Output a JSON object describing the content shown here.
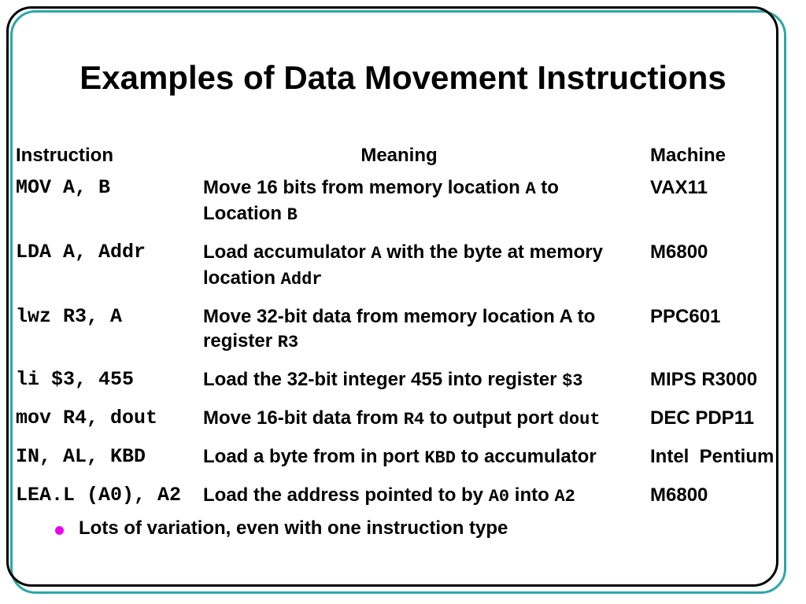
{
  "slide": {
    "title": "Examples of Data Movement Instructions",
    "bullet": "Lots of variation, even with one instruction type",
    "colors": {
      "border_teal": "#2aa8a8",
      "border_black": "#000000",
      "bullet_magenta": "#ee00ee"
    }
  },
  "table": {
    "headers": {
      "instruction": "Instruction",
      "meaning": "Meaning",
      "machine": "Machine"
    },
    "rows": [
      {
        "instruction": "MOV A, B",
        "meaning": [
          {
            "t": "Move 16 bits from memory location "
          },
          {
            "c": "A"
          },
          {
            "t": " to"
          },
          {
            "br": true
          },
          {
            "t": "Location "
          },
          {
            "c": "B"
          }
        ],
        "machine": "VAX11"
      },
      {
        "instruction": "LDA A, Addr",
        "meaning": [
          {
            "t": "Load accumulator "
          },
          {
            "c": "A"
          },
          {
            "t": " with the byte at memory"
          },
          {
            "br": true
          },
          {
            "t": "location "
          },
          {
            "c": "Addr"
          }
        ],
        "machine": "M6800"
      },
      {
        "instruction": "lwz R3, A",
        "meaning": [
          {
            "t": "Move 32-bit data from memory location A to"
          },
          {
            "br": true
          },
          {
            "t": "register "
          },
          {
            "c": "R3"
          }
        ],
        "machine": "PPC601"
      },
      {
        "instruction": "li $3, 455",
        "meaning": [
          {
            "t": "Load the 32-bit integer 455 into register "
          },
          {
            "c": "$3"
          }
        ],
        "machine": "MIPS R3000"
      },
      {
        "instruction": "mov R4, dout",
        "meaning": [
          {
            "t": "Move 16-bit data from "
          },
          {
            "c": "R4"
          },
          {
            "t": " to output port "
          },
          {
            "c": "dout"
          }
        ],
        "machine": "DEC PDP11"
      },
      {
        "instruction": "IN, AL, KBD",
        "meaning": [
          {
            "t": "Load a byte from in port "
          },
          {
            "c": "KBD"
          },
          {
            "t": " to accumulator"
          }
        ],
        "machine": "Intel  Pentium"
      },
      {
        "instruction": "LEA.L (A0), A2",
        "meaning": [
          {
            "t": "Load the address pointed to by "
          },
          {
            "c": "A0"
          },
          {
            "t": " into "
          },
          {
            "c": "A2"
          }
        ],
        "machine": "M6800"
      }
    ]
  }
}
